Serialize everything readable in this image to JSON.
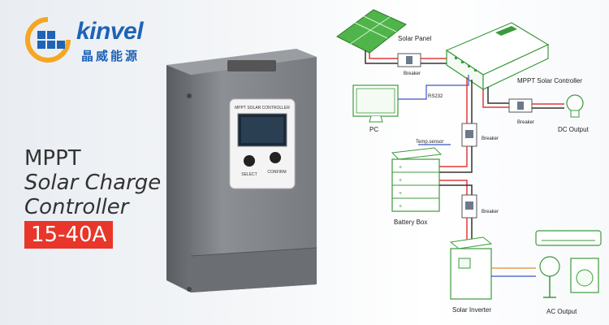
{
  "brand": {
    "name": "kinvel",
    "name_cn": "晶威能源",
    "color": "#1e63b6",
    "accent": "#f5a623"
  },
  "headline": {
    "line1": "MPPT",
    "line2": "Solar Charge",
    "line3": "Controller",
    "range": "15-40A",
    "range_color": "#e8362a"
  },
  "device": {
    "panel_label": "MPPT SOLAR CONTROLLER",
    "button_left": "SELECT",
    "button_right": "CONFIRM"
  },
  "diagram": {
    "solar_panel": "Solar Panel",
    "breaker_top": "Breaker",
    "controller": "MPPT Solar Controller",
    "rs232": "RS232",
    "pc": "PC",
    "breaker_dc": "Breaker",
    "dc_output": "DC Output",
    "temp_sensor": "Temp.sensor",
    "breaker_mid": "Breaker",
    "battery_box": "Battery Box",
    "breaker_low": "Breaker",
    "solar_inverter": "Solar Inverter",
    "ac_output": "AC Output",
    "wire_positive": "#e23b3b",
    "wire_negative": "#333333",
    "line_color": "#3c9a3c"
  }
}
